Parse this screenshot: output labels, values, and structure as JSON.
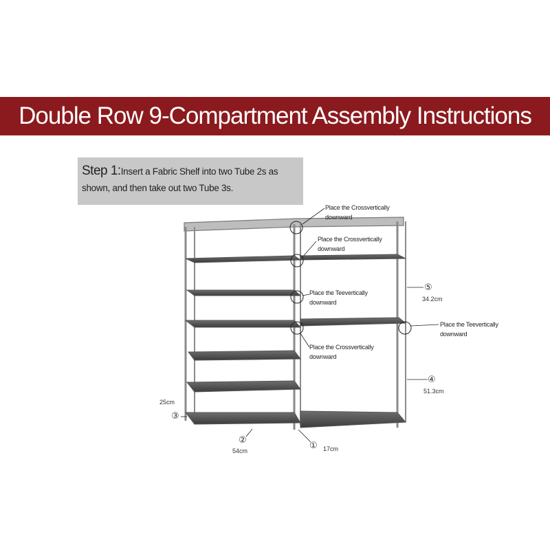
{
  "banner": {
    "title": "Double Row 9-Compartment Assembly Instructions",
    "color": "#8b1a1e"
  },
  "step": {
    "label": "Step 1:",
    "text_line1": "Insert a Fabric Shelf into two Tube 2s as",
    "text_line2": "shown, and then take out two Tube 3s."
  },
  "callouts": [
    {
      "line1": "Place the Crossvertically",
      "line2": "downward"
    },
    {
      "line1": "Place the Crossvertically",
      "line2": "downward"
    },
    {
      "line1": "Place the Teevertically",
      "line2": "downward"
    },
    {
      "line1": "Place the Crossvertically",
      "line2": "downward"
    },
    {
      "line1": "Place the Teevertically",
      "line2": "downward"
    }
  ],
  "parts": [
    {
      "number": "⑤",
      "length": "34.2cm"
    },
    {
      "number": "④",
      "length": "51.3cm"
    },
    {
      "number": "③",
      "length": "25cm"
    },
    {
      "number": "②",
      "length": "54cm"
    },
    {
      "number": "①",
      "length": "17cm"
    }
  ]
}
